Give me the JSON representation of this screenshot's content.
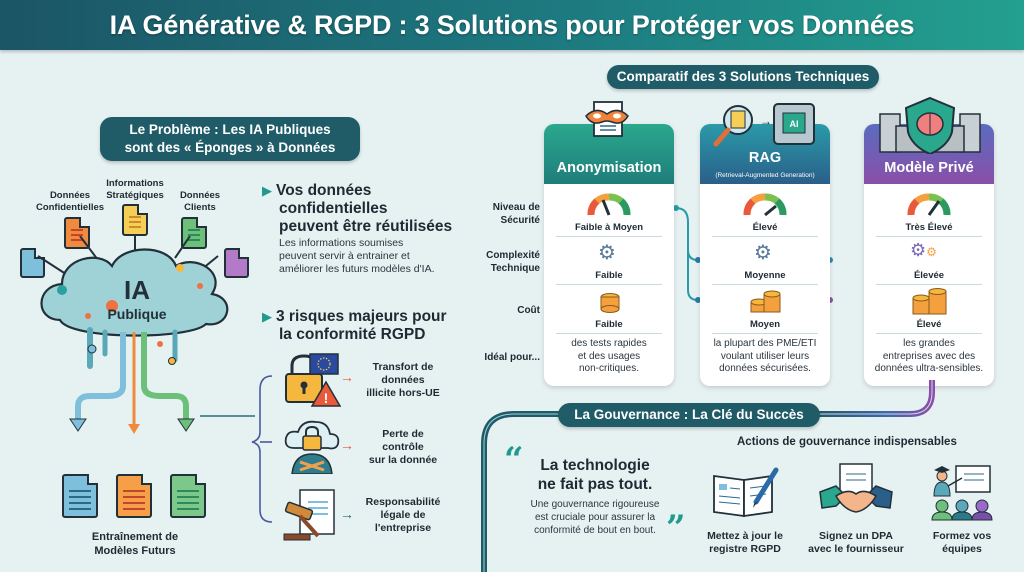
{
  "header": {
    "title": "IA Générative & RGPD : 3 Solutions pour Protéger vos Données"
  },
  "problem": {
    "pill": [
      "Le Problème : Les IA Publiques",
      "sont des « Éponges » à Données"
    ],
    "inputs": [
      {
        "label": [
          "Données",
          "Confidentielles"
        ],
        "color": "#f08a3e"
      },
      {
        "label": [
          "Informations",
          "Stratégiques"
        ],
        "color": "#f5cf55"
      },
      {
        "label": [
          "Données",
          "Clients"
        ],
        "color": "#6cc07a"
      }
    ],
    "cloud": {
      "line1": "IA",
      "line2": "Publique"
    },
    "output_label": [
      "Entraînement de",
      "Modèles Futurs"
    ]
  },
  "middle": {
    "point1": {
      "title": [
        "Vos données",
        "confidentielles",
        "peuvent être réutilisées"
      ],
      "body": [
        "Les informations soumises",
        "peuvent servir à entrainer et",
        "améliorer les futurs modèles d'IA."
      ]
    },
    "point2": {
      "title": [
        "3 risques majeurs pour",
        "la conformité RGPD"
      ]
    },
    "risks": [
      {
        "label": [
          "Transfort de",
          "données",
          "illicite hors-UE"
        ],
        "icon": "lock-eu-warning-icon"
      },
      {
        "label": [
          "Perte de",
          "contrôle",
          "sur la donnée"
        ],
        "icon": "cloud-lock-person-icon"
      },
      {
        "label": [
          "Responsabilité",
          "légale de",
          "l'entreprise"
        ],
        "icon": "gavel-document-icon"
      }
    ]
  },
  "comparison": {
    "title": "Comparatif des 3 Solutions Techniques",
    "row_labels": {
      "security": [
        "Niveau de",
        "Sécurité"
      ],
      "complexity": [
        "Complexité",
        "Technique"
      ],
      "cost": "Coût",
      "ideal": "Idéal pour..."
    },
    "solutions": [
      {
        "name": "Anonymisation",
        "subtitle": "",
        "header_colors": [
          "#2aa88e",
          "#1f7d7a"
        ],
        "security": "Faible à Moyen",
        "gauge_angle": -25,
        "complexity": "Faible",
        "cost": "Faible",
        "ideal": [
          "des tests rapides",
          "et des usages",
          "non-critiques."
        ]
      },
      {
        "name": "RAG",
        "subtitle": "(Retrieval-Augmented Generation)",
        "header_colors": [
          "#2a9aa8",
          "#2a5f8a"
        ],
        "security": "Élevé",
        "gauge_angle": 35,
        "complexity": "Moyenne",
        "cost": "Moyen",
        "ideal": [
          "la plupart des PME/ETI",
          "voulant utiliser leurs",
          "données sécurisées."
        ]
      },
      {
        "name": "Modèle Privé",
        "subtitle": "",
        "header_colors": [
          "#5a6cc0",
          "#8a4fa8"
        ],
        "security": "Très Élevé",
        "gauge_angle": 45,
        "complexity": "Élevée",
        "cost": "Élevé",
        "ideal": [
          "les grandes",
          "entreprises avec des",
          "données ultra-sensibles."
        ]
      }
    ]
  },
  "governance": {
    "title": "La Gouvernance : La Clé du Succès",
    "quote_title": [
      "La technologie",
      "ne fait pas tout."
    ],
    "quote_body": [
      "Une gouvernance rigoureuse",
      "est cruciale pour assurer la",
      "conformité de bout en bout."
    ],
    "actions_title": "Actions de gouvernance indispensables",
    "actions": [
      {
        "label": [
          "Mettez à jour le",
          "registre RGPD"
        ],
        "icon": "book-pen-icon"
      },
      {
        "label": [
          "Signez un DPA",
          "avec le fournisseur"
        ],
        "icon": "handshake-document-icon"
      },
      {
        "label": [
          "Formez vos",
          "équipes"
        ],
        "icon": "teacher-presentation-icon"
      }
    ]
  }
}
